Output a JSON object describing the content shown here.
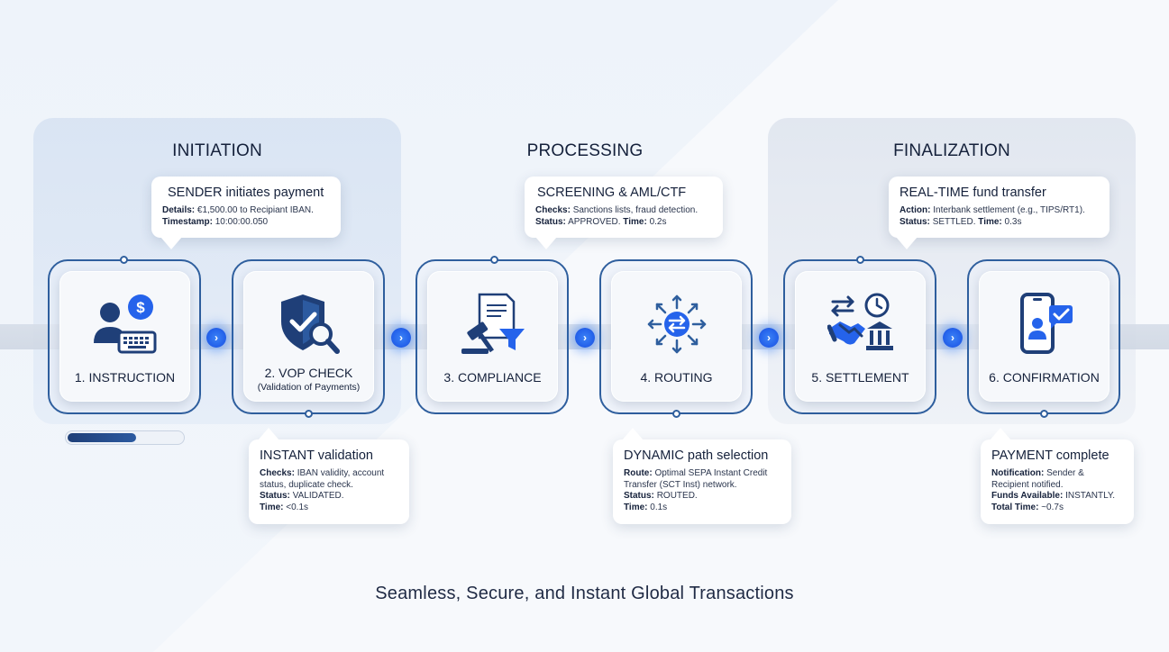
{
  "caption": "Seamless, Secure, and Instant Global Transactions",
  "sections": [
    {
      "title": "INITIATION"
    },
    {
      "title": "PROCESSING"
    },
    {
      "title": "FINALIZATION"
    }
  ],
  "steps": [
    {
      "label": "1. INSTRUCTION",
      "sub": "",
      "icon": "user-payment-keyboard-icon"
    },
    {
      "label": "2. VOP CHECK",
      "sub": "(Validation of Payments)",
      "icon": "shield-check-magnifier-icon"
    },
    {
      "label": "3. COMPLIANCE",
      "sub": "",
      "icon": "gavel-document-filter-icon"
    },
    {
      "label": "4. ROUTING",
      "sub": "",
      "icon": "routing-arrows-icon"
    },
    {
      "label": "5. SETTLEMENT",
      "sub": "",
      "icon": "handshake-bank-clock-icon"
    },
    {
      "label": "6. CONFIRMATION",
      "sub": "",
      "icon": "mobile-confirmation-icon"
    }
  ],
  "callouts": {
    "instruction": {
      "title": "SENDER initiates payment",
      "lines": [
        {
          "key": "Details:",
          "value": "€1,500.00 to Recipiant IBAN."
        },
        {
          "key": "Timestamp:",
          "value": "10:00:00.050"
        }
      ]
    },
    "vop": {
      "title": "INSTANT validation",
      "lines": [
        {
          "key": "Checks:",
          "value": "IBAN validity, account"
        },
        {
          "key": "",
          "value": "status, duplicate check."
        },
        {
          "key": "Status:",
          "value": "VALIDATED."
        },
        {
          "key": "Time:",
          "value": "<0.1s"
        }
      ]
    },
    "compliance": {
      "title": "SCREENING & AML/CTF",
      "lines": [
        {
          "key": "Checks:",
          "value": "Sanctions lists, fraud detection."
        },
        {
          "key": "Status:",
          "value": "APPROVED.",
          "key2": "Time:",
          "value2": "0.2s"
        }
      ]
    },
    "routing": {
      "title": "DYNAMIC path selection",
      "lines": [
        {
          "key": "Route:",
          "value": "Optimal SEPA Instant Credit"
        },
        {
          "key": "",
          "value": "Transfer (SCT Inst) network."
        },
        {
          "key": "Status:",
          "value": "ROUTED."
        },
        {
          "key": "Time:",
          "value": "0.1s"
        }
      ]
    },
    "settlement": {
      "title": "REAL-TIME fund transfer",
      "lines": [
        {
          "key": "Action:",
          "value": "Interbank settlement (e.g., TIPS/RT1)."
        },
        {
          "key": "Status:",
          "value": "SETTLED.",
          "key2": "Time:",
          "value2": "0.3s"
        }
      ]
    },
    "confirmation": {
      "title": "PAYMENT complete",
      "lines": [
        {
          "key": "Notification:",
          "value": "Sender &"
        },
        {
          "key": "",
          "value": "Recipient notified."
        },
        {
          "key": "Funds Available:",
          "value": "INSTANTLY."
        },
        {
          "key": "Total Time:",
          "value": "~0.7s"
        }
      ]
    }
  },
  "progress": {
    "fraction": 0.6
  },
  "colors": {
    "accent": "#2563eb",
    "navy": "#1f3f78",
    "frame": "#2f5f9e",
    "text": "#15213b"
  }
}
